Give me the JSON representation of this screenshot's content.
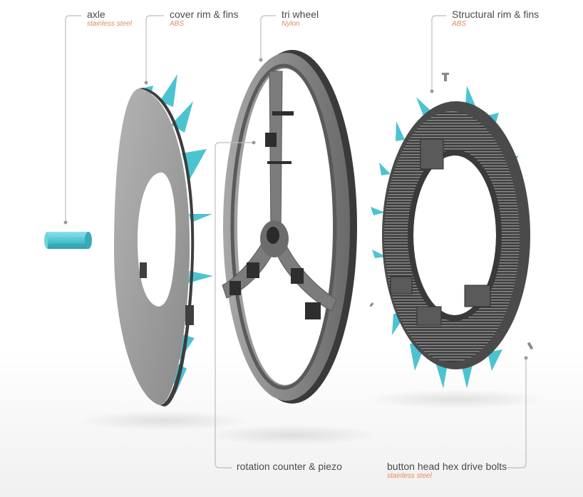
{
  "labels": {
    "axle": {
      "name": "axle",
      "material": "stainless steel"
    },
    "cover_rim": {
      "name": "cover rim & fins",
      "material": "ABS"
    },
    "tri_wheel": {
      "name": "tri wheel",
      "material": "Nylon"
    },
    "structural_rim": {
      "name": "Structural rim & fins",
      "material": "ABS"
    },
    "rotation_counter": {
      "name": "rotation counter & piezo"
    },
    "bolts": {
      "name": "button head hex drive bolts",
      "material": "stainless steel"
    }
  },
  "colors": {
    "fin": "#4cc3d1",
    "grey_part": "#9b9b9b",
    "dark_part": "#4c4c4c",
    "leader_line": "#bdbdbd",
    "name_text": "#4a4a4a",
    "material_text": "#e28a5c"
  }
}
